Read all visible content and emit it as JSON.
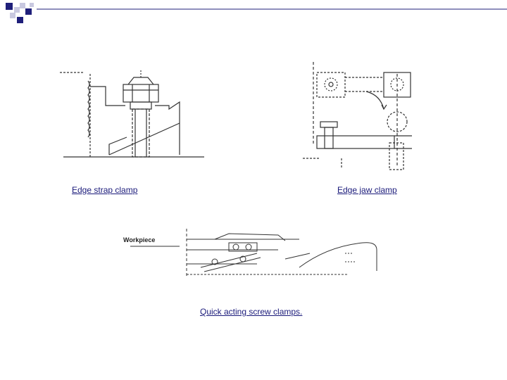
{
  "decoration": {
    "accent_color": "#1f1f7a",
    "light_color": "#c9c9e0"
  },
  "figures": [
    {
      "caption": "Edge strap clamp"
    },
    {
      "caption": "Edge jaw clamp"
    },
    {
      "caption": "Quick acting screw clamps."
    }
  ],
  "quick_clamp_label": "Workpiece"
}
